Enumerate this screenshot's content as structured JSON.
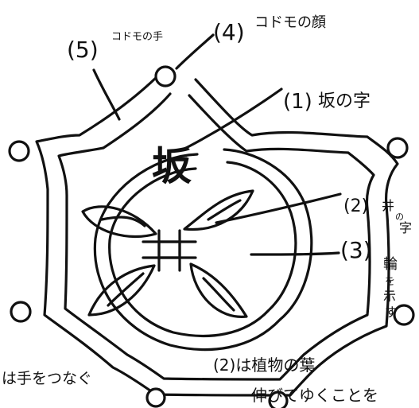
{
  "labels": {
    "l5": {
      "num": "(5)",
      "text": "コドモの手"
    },
    "l4": {
      "num": "(4)",
      "text": "コドモの顔"
    },
    "l1": {
      "num": "(1)",
      "text": "坂の字"
    },
    "l2": {
      "num": "(2)",
      "text_a": "井",
      "text_b": "の",
      "text_c": "字"
    },
    "l3": {
      "num": "(3)",
      "text_a": "輪",
      "text_b": "を",
      "text_c": "示",
      "text_d": "す"
    }
  },
  "center_char": "坂",
  "bottom_left_note": "は手をつなぐ",
  "bottom_right_note": {
    "line1": "(2)は植物の葉",
    "line2": "伸びてゆくことを"
  },
  "colors": {
    "ink": "#111111",
    "paper": "#ffffff"
  }
}
